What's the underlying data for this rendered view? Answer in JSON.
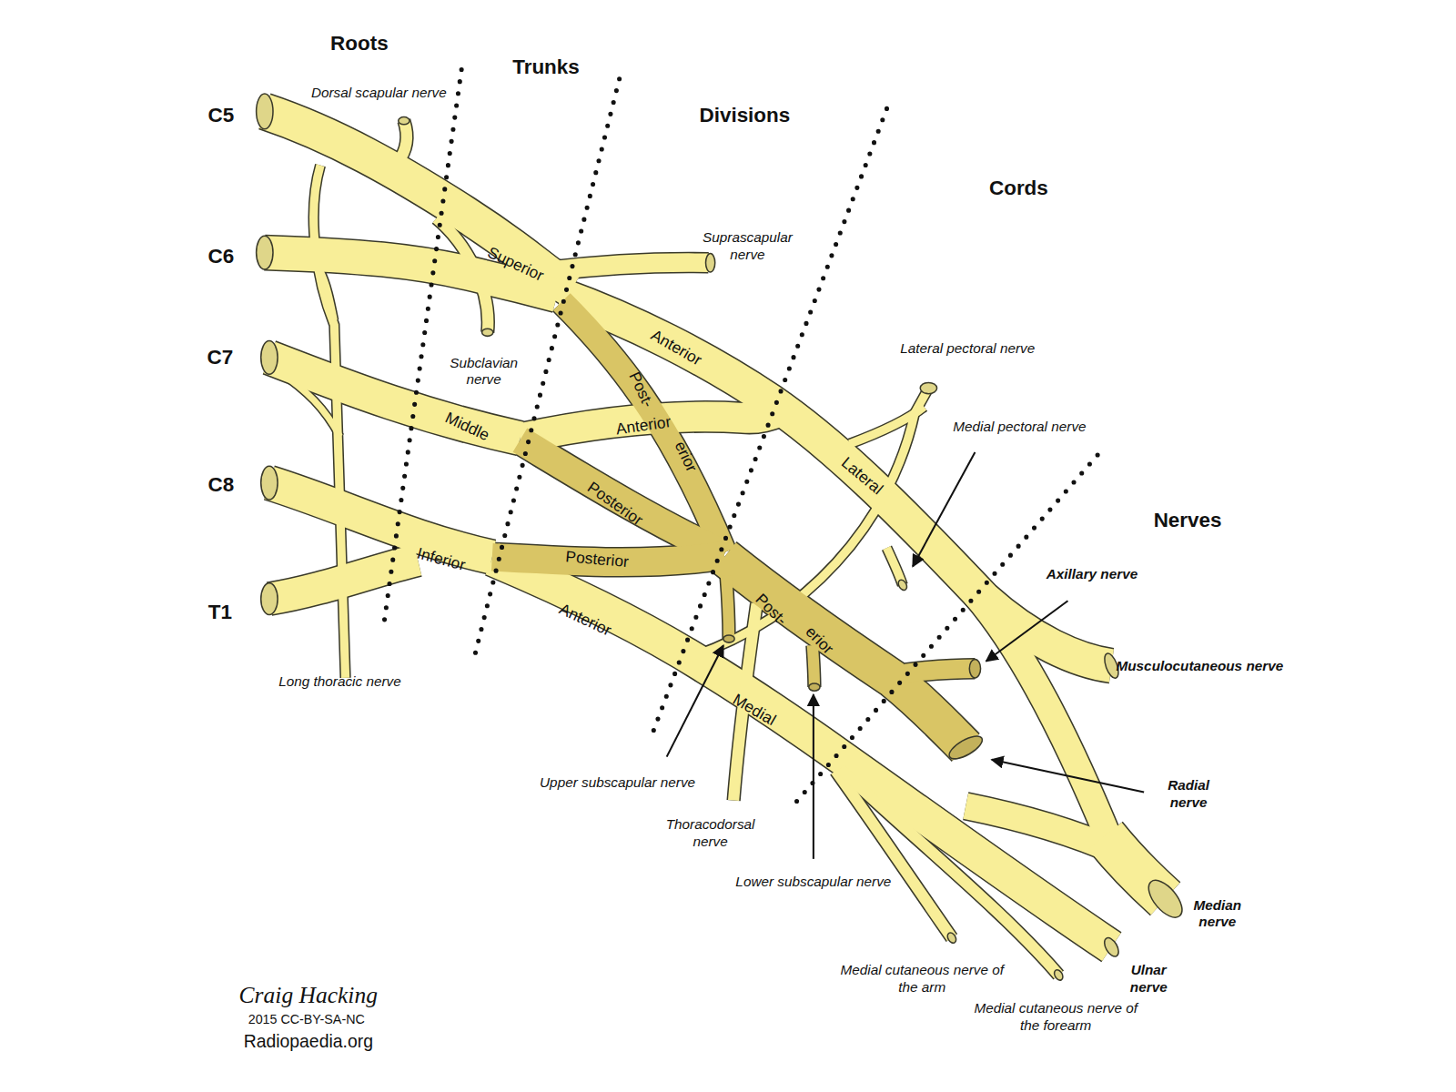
{
  "diagram": {
    "labels": [
      "Roots",
      "Trunks",
      "Divisions",
      "Cords",
      "Nerves",
      "C5",
      "C6",
      "C7",
      "C8",
      "T1",
      "Dorsal scapular nerve",
      "Suprascapular nerve",
      "Subclavian nerve",
      "Superior",
      "Middle",
      "Inferior",
      "Anterior",
      "Post-",
      "erior",
      "Anterior",
      "Posterior",
      "Posterior",
      "Anterior",
      "Lateral",
      "Post-",
      "erior",
      "Medial",
      "Lateral pectoral nerve",
      "Medial pectoral nerve",
      "Axillary nerve",
      "Musculocutaneous nerve",
      "Radial nerve",
      "Median nerve",
      "Ulnar nerve",
      "Medial cutaneous nerve of the arm",
      "Medial cutaneous nerve of the forearm",
      "Upper subscapular nerve",
      "Lower subscapular nerve",
      "Thoracodorsal nerve",
      "Long thoracic nerve",
      "Craig Hacking",
      "2015 CC-BY-SA-NC",
      "Radiopaedia.org"
    ]
  }
}
